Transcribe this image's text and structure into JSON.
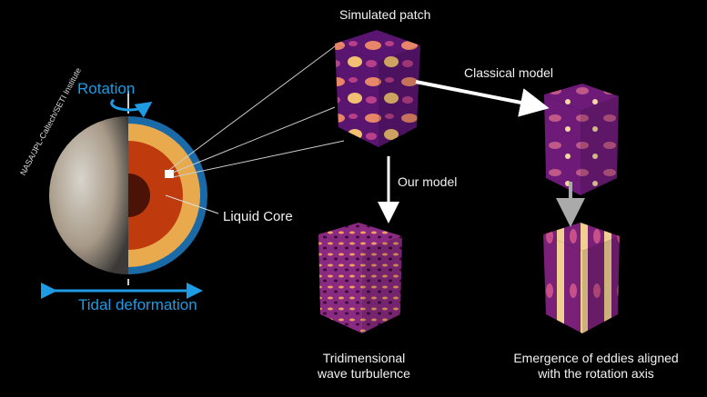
{
  "labels": {
    "rotation": "Rotation",
    "tidal": "Tidal deformation",
    "liquid_core": "Liquid Core",
    "credit": "NASA/JPL-Caltech/SETI Institute",
    "simulated_patch": "Simulated patch",
    "classical_model": "Classical model",
    "our_model": "Our model",
    "turbulence_line1": "Tridimensional",
    "turbulence_line2": "wave turbulence",
    "eddies_line1": "Emergence of eddies aligned",
    "eddies_line2": "with the rotation axis"
  },
  "colors": {
    "accent_blue": "#1e9be3",
    "ocean": "#1a6aa8",
    "mantle": "#e8aa4d",
    "core": "#bf3a0c",
    "inner_core": "#4a1306"
  }
}
